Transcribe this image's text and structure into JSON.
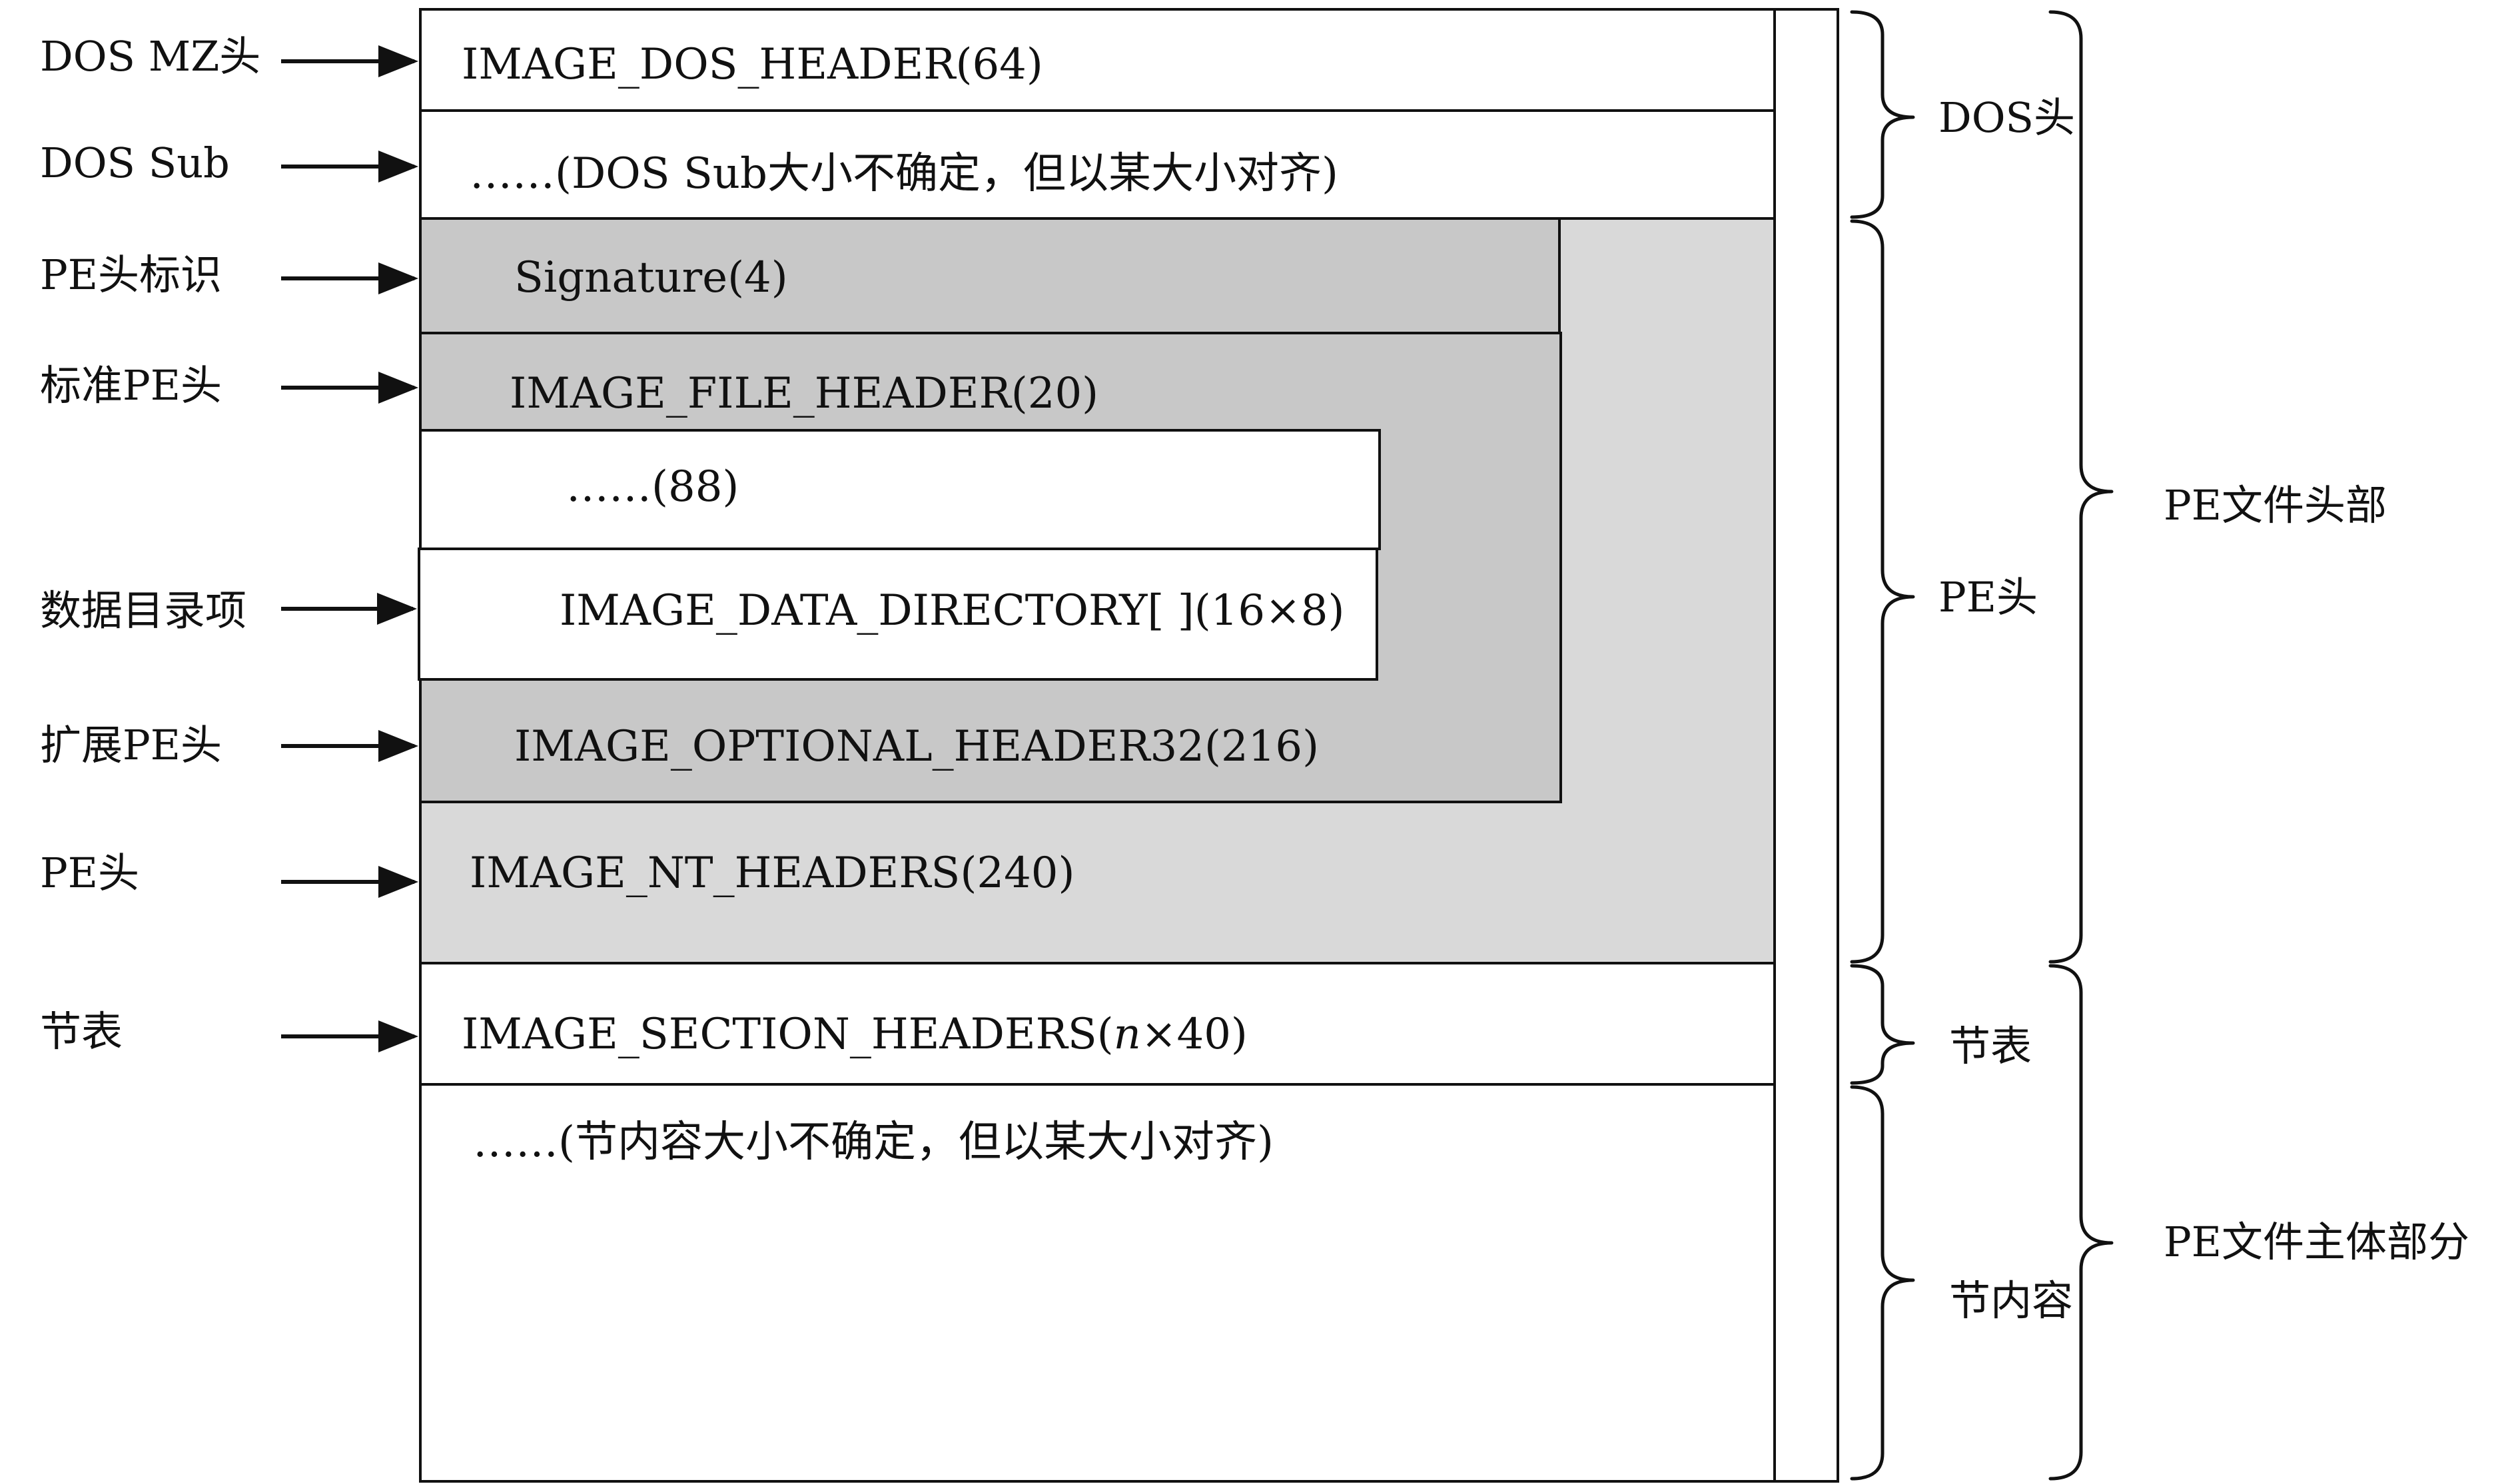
{
  "colors": {
    "outline": "#111111",
    "white": "#ffffff",
    "light_gray": "#d9d9d9",
    "mid_gray": "#c8c8c8"
  },
  "left_labels": {
    "dos_mz": "DOS MZ头",
    "dos_sub": "DOS Sub",
    "pe_signature": "PE头标识",
    "standard_pe": "标准PE头",
    "data_directory": "数据目录项",
    "extended_pe": "扩展PE头",
    "pe_header": "PE头",
    "section_table": "节表"
  },
  "boxes": {
    "dos_header": "IMAGE_DOS_HEADER(64)",
    "dos_stub": "……(DOS Sub大小不确定，但以某大小对齐)",
    "signature": "Signature(4)",
    "file_header": "IMAGE_FILE_HEADER(20)",
    "optional_fields": "……(88)",
    "data_directory": "IMAGE_DATA_DIRECTORY[ ](16×8)",
    "optional_header": "IMAGE_OPTIONAL_HEADER32(216)",
    "nt_headers": "IMAGE_NT_HEADERS(240)",
    "section_headers_prefix": "IMAGE_SECTION_HEADERS(",
    "section_headers_n": "n",
    "section_headers_suffix": "×40)",
    "section_content": "……(节内容大小不确定，但以某大小对齐)"
  },
  "right_labels": {
    "dos_head": "DOS头",
    "pe_head": "PE头",
    "section_table": "节表",
    "section_content": "节内容",
    "pe_file_header": "PE文件头部",
    "pe_file_body": "PE文件主体部分"
  }
}
